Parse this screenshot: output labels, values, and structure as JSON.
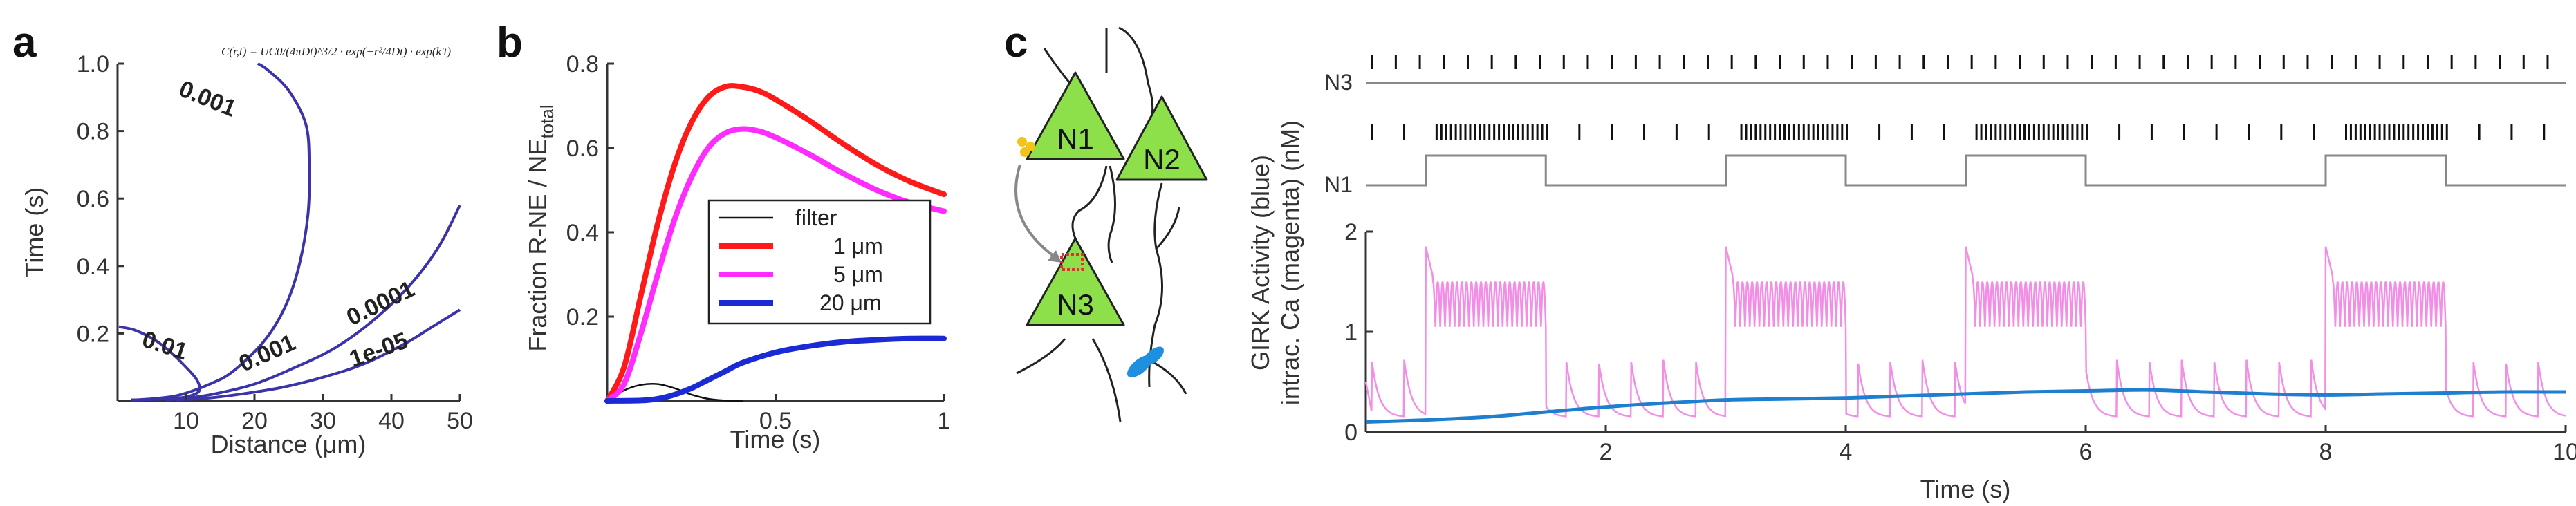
{
  "panel_labels": {
    "a": "a",
    "b": "b",
    "c": "c"
  },
  "colors": {
    "contour": "#3b34a8",
    "red": "#ff1a1a",
    "magenta": "#ff2bff",
    "blue": "#1a2bd6",
    "pink": "#f28ee6",
    "girk": "#1f7fcf",
    "neuron_fill": "#8ee04a",
    "trace": "#888888"
  },
  "panel_c": {
    "neurons": [
      "N1",
      "N2",
      "N3"
    ],
    "row_labels": {
      "n3": "N3",
      "n1": "N1"
    }
  },
  "chart_data": [
    {
      "type": "line",
      "panel": "a",
      "title": "",
      "formula_text": "C(r,t) = UC0/(4πDt)^3/2 · exp(−r²/4Dt) · exp(k't)",
      "xlabel": "Distance (μm)",
      "ylabel": "Time (s)",
      "xlim": [
        0,
        50
      ],
      "ylim": [
        0,
        1.0
      ],
      "xticks": [
        10,
        20,
        30,
        40,
        50
      ],
      "yticks": [
        0.2,
        0.4,
        0.6,
        0.8,
        1.0
      ],
      "series": [
        {
          "name": "0.001",
          "x": [
            20.5,
            22,
            25,
            27.5,
            28,
            27.8,
            26.5,
            24.5,
            21.5,
            17,
            13.5,
            8.5,
            3
          ],
          "y": [
            1.0,
            0.98,
            0.92,
            0.82,
            0.7,
            0.55,
            0.4,
            0.28,
            0.18,
            0.09,
            0.05,
            0.015,
            0.003
          ]
        },
        {
          "name": "0.01",
          "x": [
            0.2,
            2.5,
            5.5,
            8,
            10,
            11.5,
            12,
            11.3,
            9.5,
            7,
            4.5,
            2
          ],
          "y": [
            0.22,
            0.21,
            0.18,
            0.14,
            0.1,
            0.065,
            0.035,
            0.02,
            0.01,
            0.006,
            0.004,
            0.003
          ]
        },
        {
          "name": "0.0001",
          "x": [
            7,
            10,
            14,
            20,
            26,
            32,
            38,
            43,
            47,
            50
          ],
          "y": [
            0.003,
            0.008,
            0.02,
            0.05,
            0.1,
            0.16,
            0.25,
            0.35,
            0.46,
            0.58
          ]
        },
        {
          "name": "1e-05",
          "x": [
            8.5,
            13,
            18,
            24,
            30,
            36,
            42,
            46,
            50
          ],
          "y": [
            0.003,
            0.008,
            0.02,
            0.04,
            0.07,
            0.11,
            0.17,
            0.22,
            0.27
          ]
        }
      ],
      "contour_labels": [
        "0.001",
        "0.01",
        "0.0001",
        "0.001",
        "1e-05"
      ]
    },
    {
      "type": "line",
      "panel": "b",
      "title": "",
      "xlabel": "Time (s)",
      "ylabel": "Fraction R-NE / NE",
      "ylabel_sub": "total",
      "xlim": [
        0,
        1
      ],
      "ylim": [
        0,
        0.8
      ],
      "xticks": [
        0.5,
        1
      ],
      "yticks": [
        0.2,
        0.4,
        0.6,
        0.8
      ],
      "legend_position": "right",
      "series": [
        {
          "name": "filter",
          "color": "#111111",
          "x": [
            0,
            0.05,
            0.1,
            0.15,
            0.2,
            0.25,
            0.3,
            0.35,
            0.4
          ],
          "y": [
            0,
            0.025,
            0.038,
            0.04,
            0.03,
            0.015,
            0.005,
            0.001,
            0
          ]
        },
        {
          "name": "1 μm",
          "color": "#ff1a1a",
          "x": [
            0,
            0.05,
            0.1,
            0.15,
            0.2,
            0.25,
            0.3,
            0.35,
            0.4,
            0.45,
            0.5,
            0.6,
            0.7,
            0.8,
            0.9,
            1.0
          ],
          "y": [
            0,
            0.08,
            0.25,
            0.42,
            0.56,
            0.66,
            0.72,
            0.745,
            0.745,
            0.735,
            0.715,
            0.665,
            0.61,
            0.56,
            0.52,
            0.49
          ]
        },
        {
          "name": "5 μm",
          "color": "#ff2bff",
          "x": [
            0,
            0.05,
            0.1,
            0.15,
            0.2,
            0.25,
            0.3,
            0.35,
            0.4,
            0.45,
            0.5,
            0.6,
            0.7,
            0.8,
            0.9,
            1.0
          ],
          "y": [
            0,
            0.04,
            0.16,
            0.3,
            0.43,
            0.53,
            0.6,
            0.635,
            0.645,
            0.64,
            0.625,
            0.585,
            0.54,
            0.5,
            0.47,
            0.45
          ]
        },
        {
          "name": "20 μm",
          "color": "#1a2bd6",
          "x": [
            0,
            0.1,
            0.15,
            0.2,
            0.25,
            0.3,
            0.35,
            0.4,
            0.5,
            0.6,
            0.7,
            0.8,
            0.9,
            1.0
          ],
          "y": [
            0,
            0.001,
            0.005,
            0.015,
            0.03,
            0.05,
            0.07,
            0.09,
            0.115,
            0.13,
            0.14,
            0.145,
            0.148,
            0.148
          ]
        }
      ]
    },
    {
      "type": "line",
      "panel": "c",
      "title": "",
      "xlabel": "Time (s)",
      "ylabel_lines": [
        "GIRK Activity (blue)",
        "intrac. Ca (magenta) (nM)"
      ],
      "xlim": [
        0,
        10
      ],
      "ylim": [
        0,
        2
      ],
      "xticks": [
        2,
        4,
        6,
        8,
        10
      ],
      "yticks": [
        0,
        1,
        2
      ],
      "n1_active_windows": [
        [
          0.5,
          1.5
        ],
        [
          3.0,
          4.0
        ],
        [
          5.0,
          6.0
        ],
        [
          8.0,
          9.0
        ]
      ],
      "n1_background_spike_interval": 0.27,
      "n1_burst_spike_interval": 0.04,
      "n3_spike_interval": 0.2,
      "girk": {
        "x": [
          0,
          0.5,
          1,
          1.5,
          2,
          2.5,
          3,
          3.5,
          4,
          4.5,
          5,
          5.5,
          6,
          6.5,
          7,
          7.5,
          8,
          8.5,
          9,
          9.5,
          10
        ],
        "y": [
          0.1,
          0.12,
          0.15,
          0.2,
          0.25,
          0.29,
          0.32,
          0.33,
          0.34,
          0.36,
          0.38,
          0.4,
          0.41,
          0.42,
          0.4,
          0.38,
          0.37,
          0.38,
          0.39,
          0.4,
          0.4
        ]
      },
      "calcium": {
        "baseline": 0.15,
        "spike_peak": 0.72,
        "burst_peak": 1.85,
        "burst_upper": 1.5,
        "burst_lower": 1.05
      }
    }
  ]
}
